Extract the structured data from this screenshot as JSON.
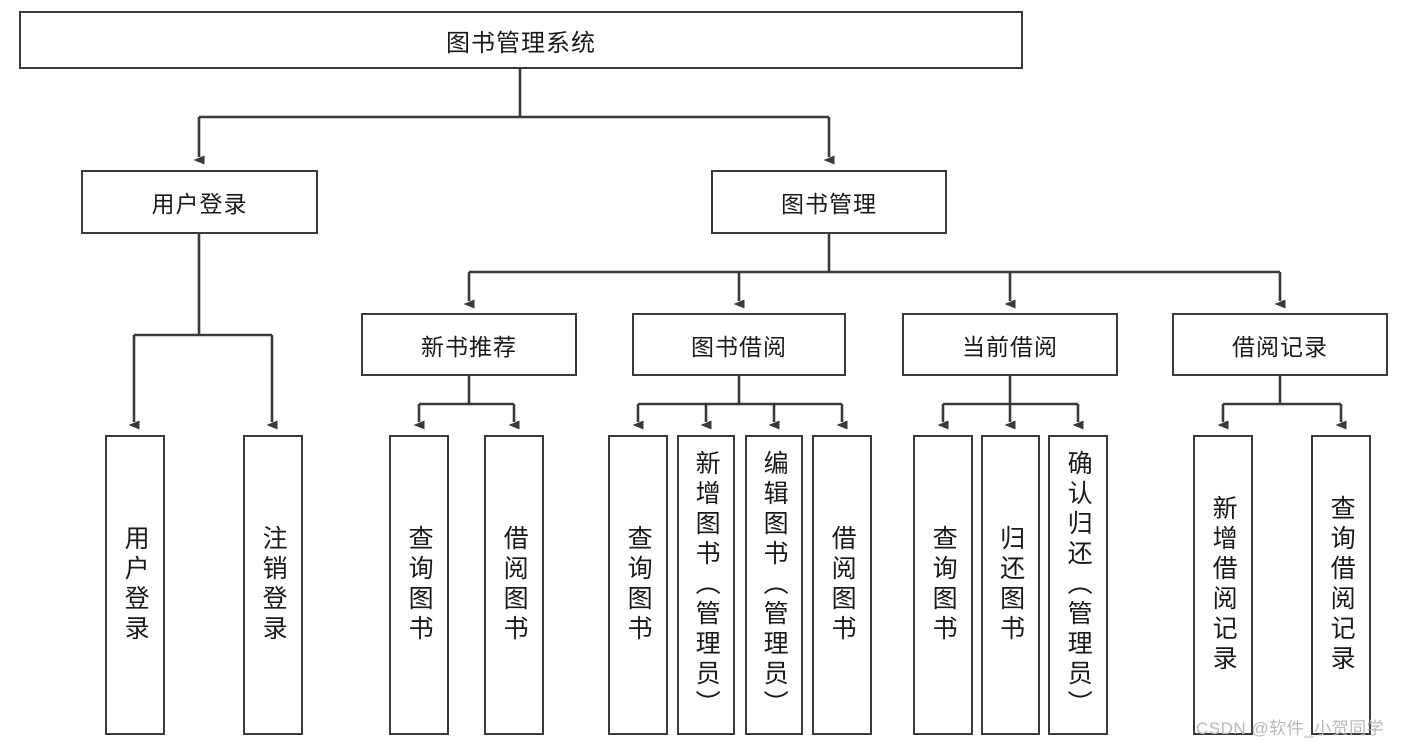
{
  "diagram": {
    "type": "tree-hierarchy",
    "title": "图书管理系统",
    "root": {
      "label": "图书管理系统"
    },
    "level1": [
      {
        "id": "user-login",
        "label": "用户登录"
      },
      {
        "id": "book-manage",
        "label": "图书管理"
      }
    ],
    "level2": [
      {
        "id": "new-book-recommend",
        "label": "新书推荐",
        "parent": "book-manage"
      },
      {
        "id": "book-borrow",
        "label": "图书借阅",
        "parent": "book-manage"
      },
      {
        "id": "current-borrow",
        "label": "当前借阅",
        "parent": "book-manage"
      },
      {
        "id": "borrow-record",
        "label": "借阅记录",
        "parent": "book-manage"
      }
    ],
    "leaves": {
      "user_login": [
        {
          "id": "leaf-user-login",
          "label": "用户登录"
        },
        {
          "id": "leaf-logout",
          "label": "注销登录"
        }
      ],
      "new_book_recommend": [
        {
          "id": "leaf-query-book-1",
          "label": "查询图书"
        },
        {
          "id": "leaf-borrow-book-1",
          "label": "借阅图书"
        }
      ],
      "book_borrow": [
        {
          "id": "leaf-query-book-2",
          "label": "查询图书"
        },
        {
          "id": "leaf-add-book",
          "label": "新增图书（管理员）"
        },
        {
          "id": "leaf-edit-book",
          "label": "编辑图书（管理员）"
        },
        {
          "id": "leaf-borrow-book-2",
          "label": "借阅图书"
        }
      ],
      "current_borrow": [
        {
          "id": "leaf-query-book-3",
          "label": "查询图书"
        },
        {
          "id": "leaf-return-book",
          "label": "归还图书"
        },
        {
          "id": "leaf-confirm-return",
          "label": "确认归还（管理员）"
        }
      ],
      "borrow_record": [
        {
          "id": "leaf-add-record",
          "label": "新增借阅记录"
        },
        {
          "id": "leaf-query-record",
          "label": "查询借阅记录"
        }
      ]
    },
    "colors": {
      "stroke": "#3a3a3a",
      "box_fill": "#ffffff",
      "text": "#1a1a1a",
      "watermark": "#b9b9b9",
      "background": "#ffffff"
    }
  },
  "watermark": {
    "text": "CSDN @软件_小贺同学"
  }
}
